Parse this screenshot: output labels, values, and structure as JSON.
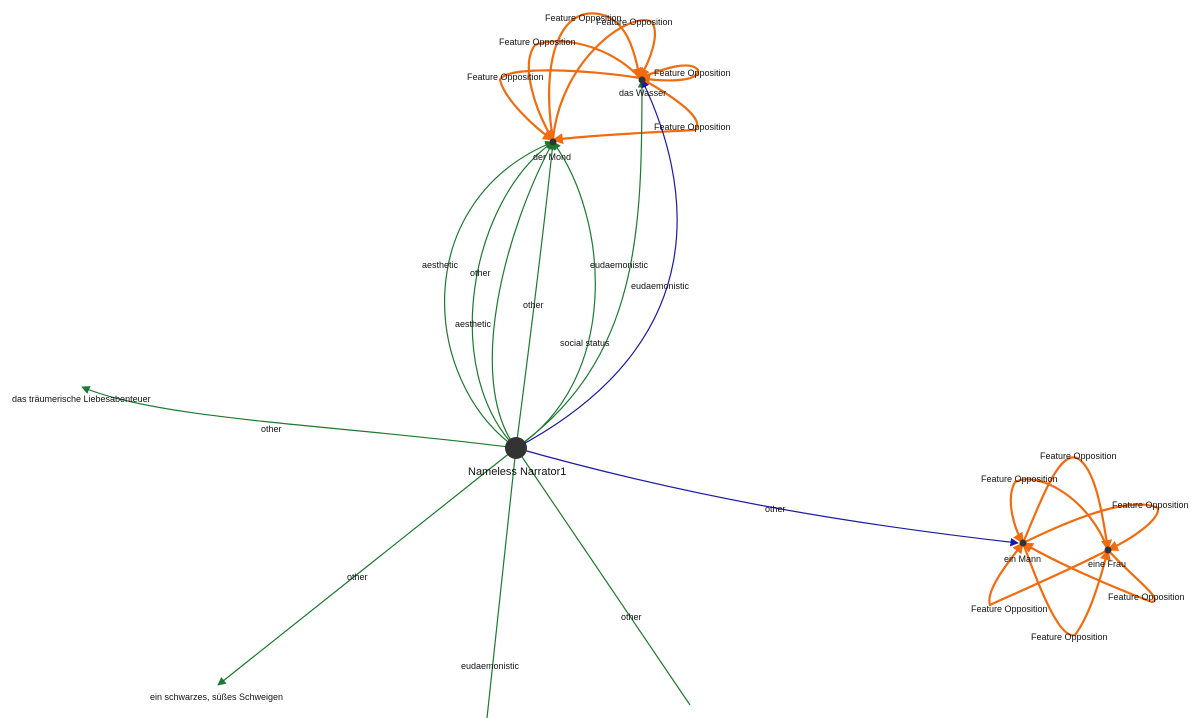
{
  "colors": {
    "green": "#1b7a2f",
    "blue": "#1a1aa6",
    "orange": "#f26b0f",
    "node": "#333333",
    "text": "#111111"
  },
  "nodes": {
    "narrator": "Nameless Narrator1",
    "mond": "der Mond",
    "wasser": "das Wasser",
    "liebe": "das träumerische Liebesabenteuer",
    "schweigen": "ein schwarzes, süßes Schweigen",
    "mann": "ein Mann",
    "frau": "eine Frau"
  },
  "edges": {
    "aesthetic_1": "aesthetic",
    "other_1": "other",
    "aesthetic_2": "aesthetic",
    "other_2": "other",
    "social_status": "social status",
    "eudaemonistic_1": "eudaemonistic",
    "eudaemonistic_2": "eudaemonistic",
    "other_liebe": "other",
    "other_mann": "other",
    "other_schweigen": "other",
    "eudaemonistic_3": "eudaemonistic",
    "other_4": "other",
    "fo_1": "Feature Opposition",
    "fo_2": "Feature Opposition",
    "fo_3": "Feature Opposition",
    "fo_4": "Feature Opposition",
    "fo_5": "Feature Opposition",
    "fo_6": "Feature Opposition",
    "fo_7": "Feature Opposition",
    "fo_8": "Feature Opposition",
    "fo_9": "Feature Opposition",
    "fo_10": "Feature Opposition",
    "fo_11": "Feature Opposition",
    "fo_12": "Feature Opposition"
  }
}
